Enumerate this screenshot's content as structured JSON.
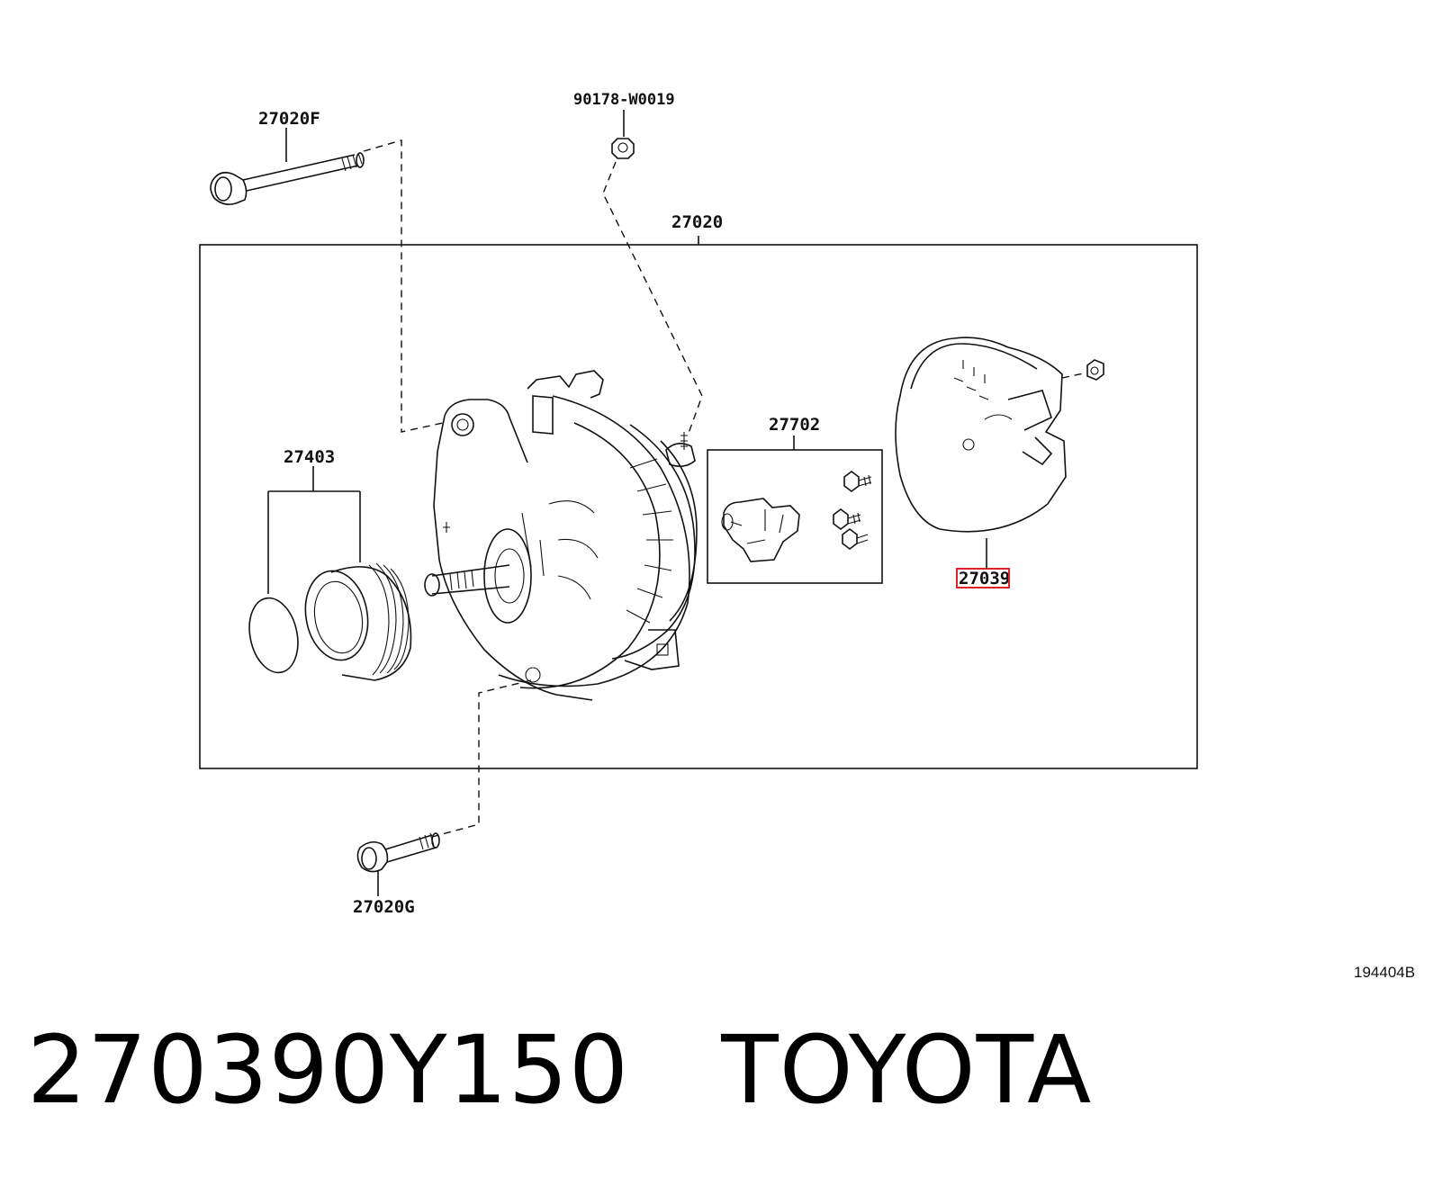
{
  "diagram": {
    "labels": {
      "bolt_upper": "27020F",
      "nut_top": "90178-W0019",
      "assembly": "27020",
      "brush_holder": "27702",
      "pulley": "27403",
      "rear_cover": "27039",
      "bolt_lower": "27020G"
    },
    "highlighted_part": "27039",
    "reference_code": "194404B"
  },
  "footer": {
    "part_number": "270390Y150",
    "brand": "TOYOTA"
  },
  "colors": {
    "highlight": "#e0202a",
    "line": "#111111",
    "background": "#ffffff"
  }
}
